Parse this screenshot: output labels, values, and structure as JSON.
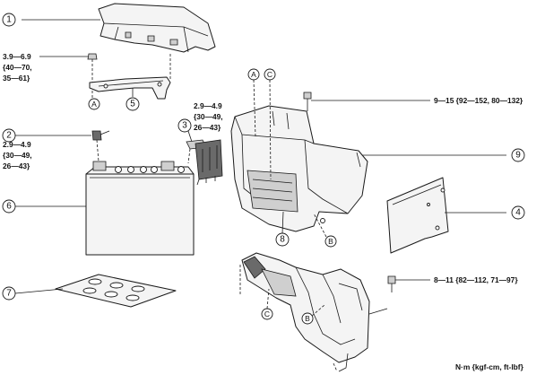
{
  "callouts": {
    "c1": "1",
    "c2": "2",
    "c3": "3",
    "c4": "4",
    "c5": "5",
    "c6": "6",
    "c7": "7",
    "c8": "8",
    "c9": "9"
  },
  "refs": {
    "a": "A",
    "b": "B",
    "c": "C"
  },
  "torque": {
    "t1": [
      "3.9—6.9",
      "{40—70,",
      "35—61}"
    ],
    "t2": [
      "2.9—4.9",
      "{30—49,",
      "26—43}"
    ],
    "t3": [
      "2.9—4.9",
      "{30—49,",
      "26—43}"
    ],
    "t9": "9—15 {92—152, 80—132}",
    "t8": "8—11 {82—112, 71—97}"
  },
  "units": "N·m {kgf-cm, ft-lbf}"
}
